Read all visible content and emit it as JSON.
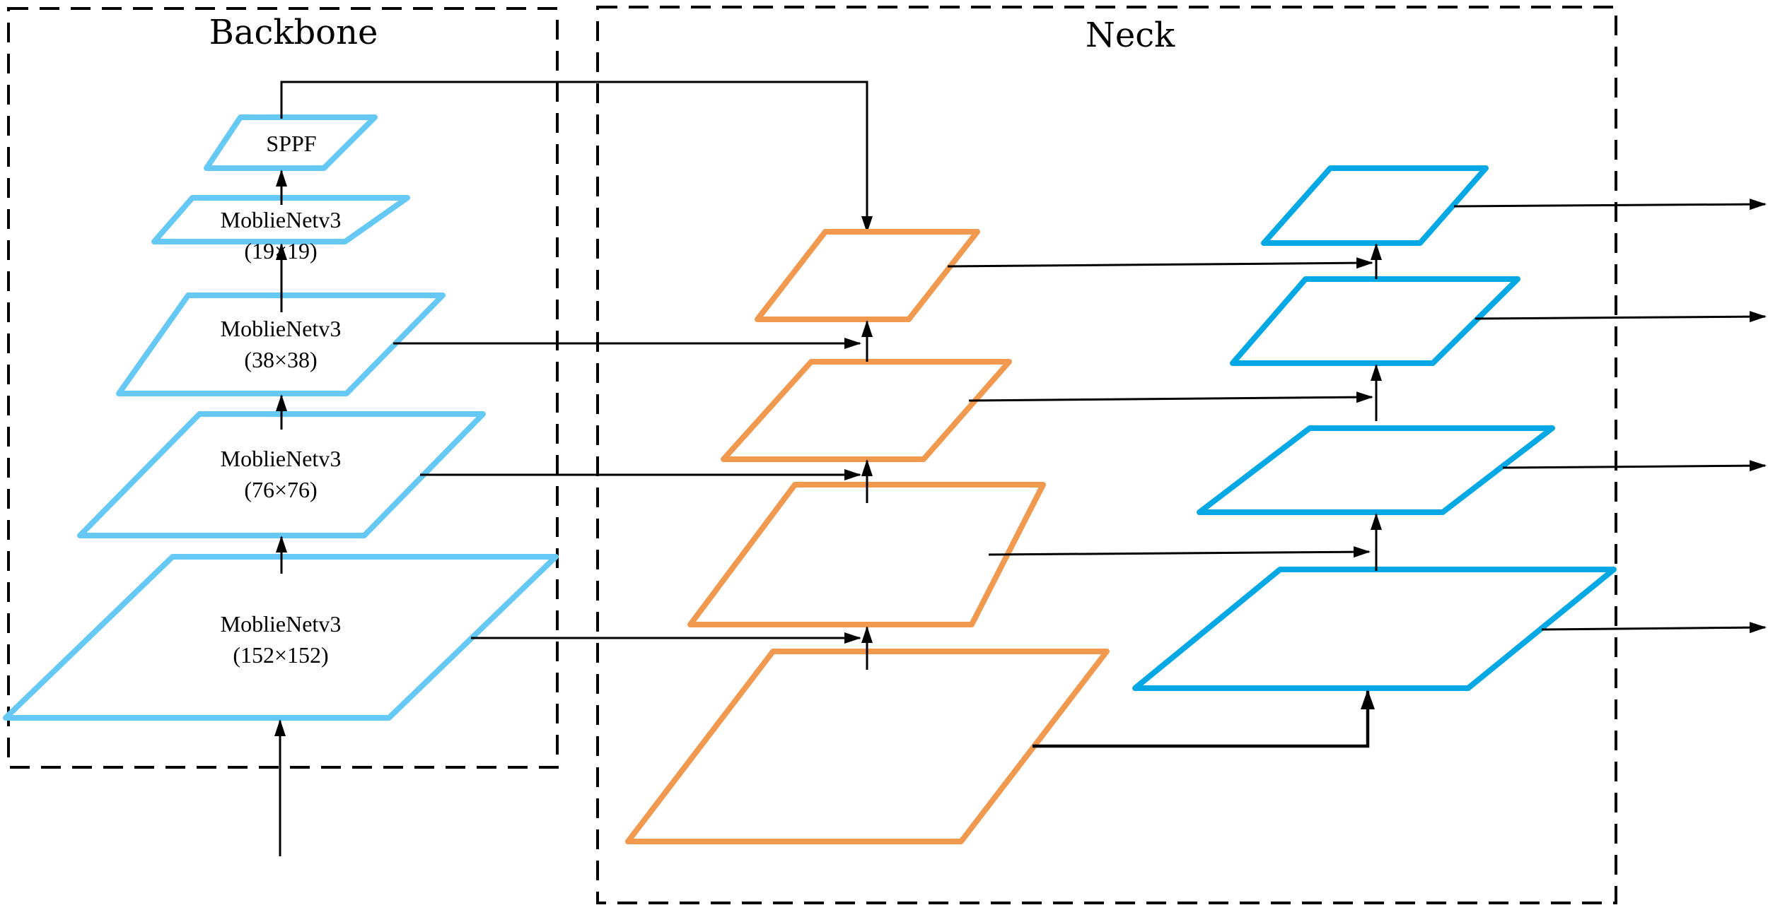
{
  "backbone": {
    "title": "Backbone",
    "blocks": [
      {
        "line1": "SPPF",
        "line2": ""
      },
      {
        "line1": "MoblieNetv3",
        "line2": "(19×19)"
      },
      {
        "line1": "MoblieNetv3",
        "line2": "(38×38)"
      },
      {
        "line1": "MoblieNetv3",
        "line2": "(76×76)"
      },
      {
        "line1": "MoblieNetv3",
        "line2": "(152×152)"
      }
    ]
  },
  "neck": {
    "title": "Neck"
  },
  "colors": {
    "backbone_block": "#66c8f4",
    "neck_orange": "#f0994f",
    "neck_blue": "#03a8e4",
    "line": "#000000"
  }
}
